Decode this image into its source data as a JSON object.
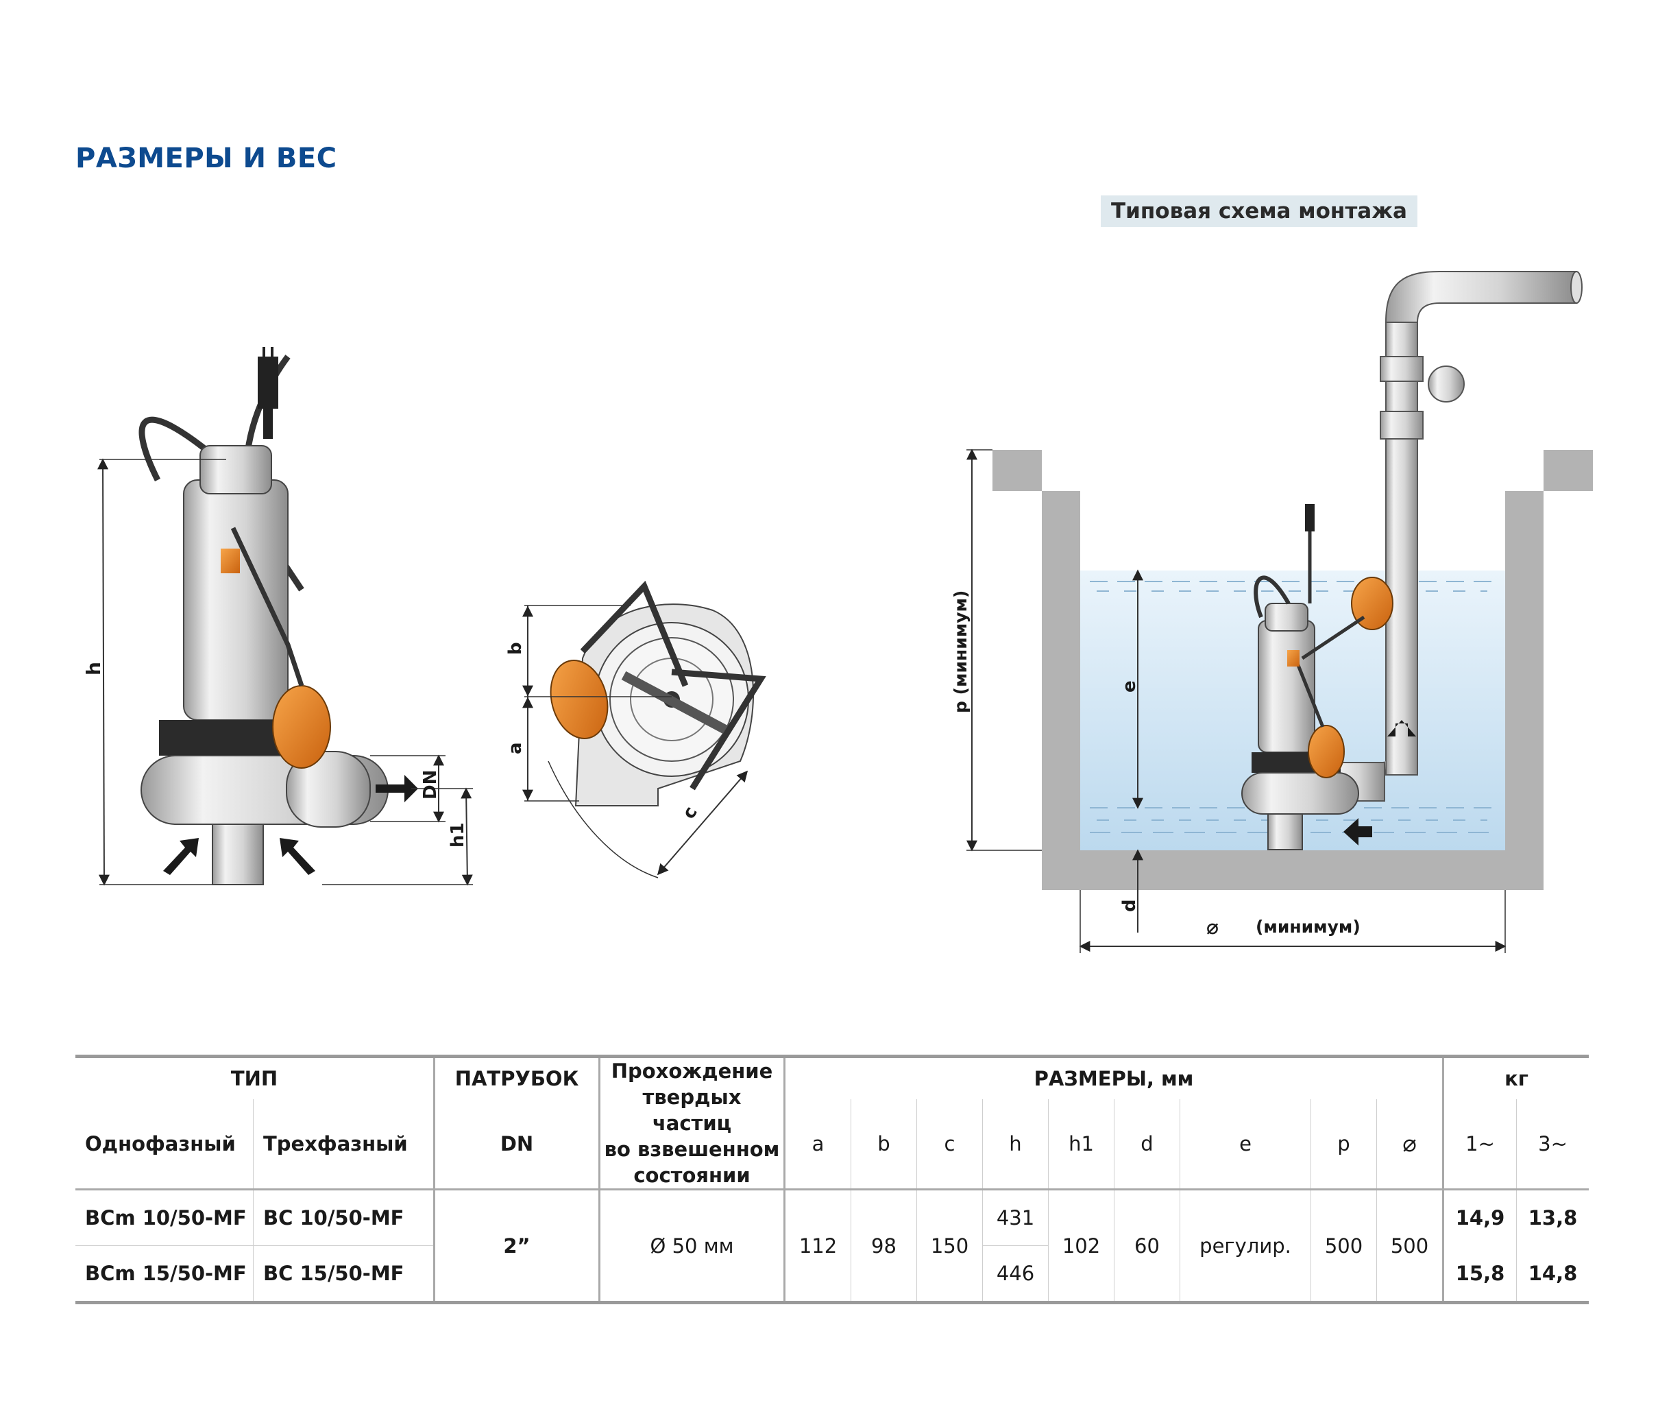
{
  "title": "РАЗМЕРЫ И ВЕС",
  "scheme_title": "Типовая схема монтажа",
  "diagram_labels": {
    "h": "h",
    "dn": "DN",
    "h1": "h1",
    "a": "a",
    "b": "b",
    "c": "c",
    "p": "p (минимум)",
    "e": "e",
    "d": "d",
    "diam_symbol": "⌀",
    "diam_min": "(минимум)"
  },
  "table": {
    "header_type": "ТИП",
    "header_outlet": "ПАТРУБОК",
    "header_solids": [
      "Прохождение",
      "твердых частиц",
      "во взвешенном",
      "состоянии"
    ],
    "header_dims": "РАЗМЕРЫ, мм",
    "header_weight": "кг",
    "sub_single": "Однофазный",
    "sub_three": "Трехфазный",
    "sub_dn": "DN",
    "dim_cols": [
      "a",
      "b",
      "c",
      "h",
      "h1",
      "d",
      "e",
      "p",
      "⌀"
    ],
    "weight_cols": [
      "1~",
      "3~"
    ],
    "rows": [
      {
        "single": "BCm 10/50-MF",
        "three": "BC 10/50-MF",
        "h": "431",
        "w1": "14,9",
        "w3": "13,8"
      },
      {
        "single": "BCm 15/50-MF",
        "three": "BC 15/50-MF",
        "h": "446",
        "w1": "15,8",
        "w3": "14,8"
      }
    ],
    "shared": {
      "dn": "2”",
      "solids": "Ø 50 мм",
      "a": "112",
      "b": "98",
      "c": "150",
      "h1": "102",
      "d": "60",
      "e": "регулир.",
      "p": "500",
      "diam": "500"
    }
  }
}
